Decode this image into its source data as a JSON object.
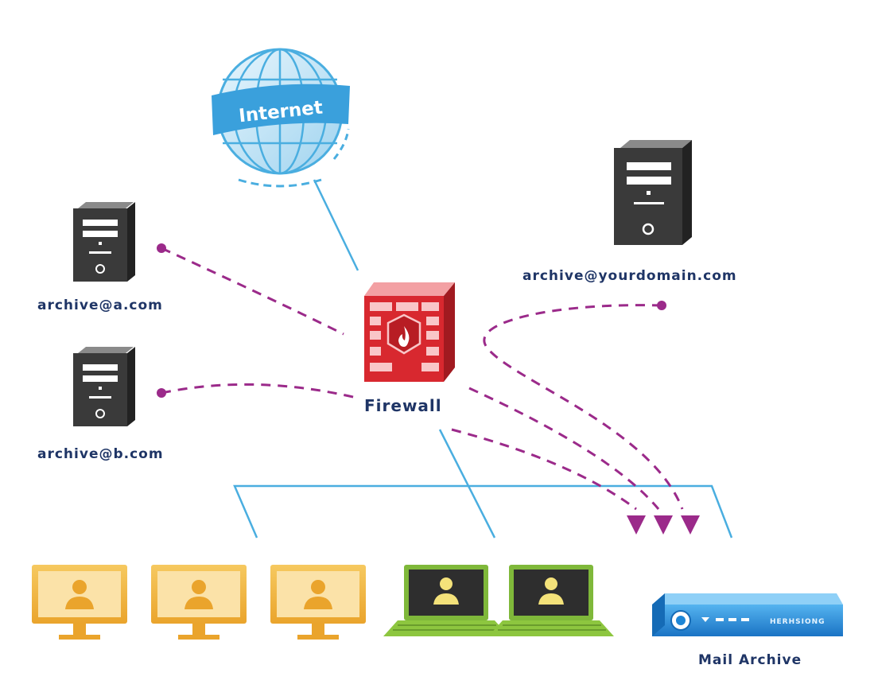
{
  "internet": {
    "label": "Internet"
  },
  "firewall": {
    "label": "Firewall"
  },
  "servers": [
    {
      "label": "archive@a.com"
    },
    {
      "label": "archive@b.com"
    },
    {
      "label": "archive@yourdomain.com"
    }
  ],
  "appliance": {
    "label": "Mail Archive",
    "brand": "HERHSIONG"
  },
  "colors": {
    "line": "#4aaee0",
    "dash": "#9b2a8a",
    "text": "#1f3566",
    "firewall": "#d8282f",
    "server": "#3a3a3a",
    "monitor": "#f2b23a",
    "laptop": "#8dc63f",
    "appliance": "#1e86d6"
  }
}
